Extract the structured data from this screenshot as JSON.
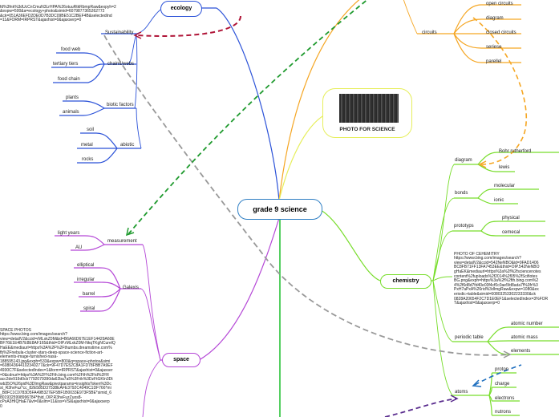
{
  "center": "grade 9 science",
  "photo_caption": "PHOTO FOR SCIENCE",
  "ecology": {
    "label": "ecology",
    "url_lines": [
      "fd%3fnk%3dUcCnCmuN3LrHPA%26otuuRtkRbmpRaw&expyh=2",
      "&expw=500&a=ecology+photo&simid=6079877365262772",
      "&ck=051A36EFD2DE0D7B3DC09BE51C2BEF4B&selectedInd",
      "=11&FORM=IRPRST&ajaxhist=0&ajaxserp=0"
    ],
    "sustainability": "Sustainability",
    "food_webs": {
      "label": "chains/webs",
      "items": [
        "food web",
        "tertiary tiers",
        "food chain"
      ]
    },
    "biotic": {
      "label": "biotic factors",
      "items": [
        "plants",
        "animals"
      ]
    },
    "abiotic": {
      "label": "abiotic",
      "items": [
        "soil",
        "metal",
        "rocks"
      ]
    }
  },
  "electricity": {
    "circuits": "circuits",
    "items": [
      "open circuits",
      "diagram",
      "closed circuits",
      "seriese",
      "parellel"
    ]
  },
  "chemistry": {
    "label": "chemistry",
    "diagram": {
      "label": "diagram",
      "items": [
        "Bohr rutherford",
        "lewis"
      ]
    },
    "bonds": {
      "label": "bonds",
      "items": [
        "molecular",
        "ionic"
      ]
    },
    "proto": {
      "label": "prototyps",
      "items": [
        "physical",
        "cemecal"
      ]
    },
    "photo_lines": [
      "PHOTO OF CEHEMITRY",
      "https://www.bing.com/images/search?",
      "view=detailV2&ccid=542NeNBO&id=9FAD1406",
      "BC8FB71FF13FA7453EE&thid=OIP.542NeNBO",
      "gHaEK&mediaurl=https%3a%2f%2fsciencenotes",
      "content%2fuploads%2f2014%2f05%2fScifiotes",
      "BG.png&exph=https%3a%2f%2fth.bing.com%2",
      "4%2f6d8d7fd40e03f4cf0c0ae5fd8ada7f%3fr%3",
      "PxH7aPxA%26rid%3dImgRaw&expw=1080&ex",
      "eriodic+table&simid=60803253302233330&ck",
      "0828A20654F2C7D1E0EF1&selectedIndex=3%FOR",
      "T&ajaxhist=0&ajaxserp=0"
    ],
    "table": {
      "label": "periodic table",
      "items": [
        "atomic number",
        "atomic mass",
        "elements"
      ]
    },
    "atoms": {
      "label": "atoms",
      "items": [
        "proton",
        "charge",
        "electrons",
        "nutrons"
      ]
    }
  },
  "space": {
    "label": "space",
    "measurement": {
      "label": "measurement",
      "items": [
        "light years",
        "AU"
      ]
    },
    "galaxis": {
      "label": "Galexis",
      "items": [
        "elliptical",
        "irregular",
        "barrel",
        "spiral"
      ]
    },
    "photo_lines": [
      "SPACE PHOTOS",
      "https://www.bing.com/images/search?",
      "view=detailV2&ccid=rMLxkZ0M&id=B6A66D67E1EF14429A60E",
      "BF76E1E4B7E8E8AF165&thid=OIP.rMLxkZ0M-NkqTKgNCurelQ",
      "HaEE&mediaurl=https%3A%2F%2Fthumbs.dreamstime.com%",
      "fb%2Fnebula-cluster-stars-deep-space-science-fiction-art-",
      "elements-image-furnished-nasa-",
      "188595143.jpg&exph=533&expw=800&q=space+photos&simi",
      "=608043644102340277&ck=9F47D7E52C8A1FD78FBB7A9EF",
      "4930C7F&selectedIndex=1&form=IRPRST&ajaxhist=0&ajaxser",
      "=0&cdnurl=https%3A%2F%2Fth.bing.com%2Fth%2Fid%2FR",
      "acc2de919d0cb7792079390da62ba7a5%3Frik%3DzFtGKIn3Dt",
      "wb35O%26pid%3DImgRaw&pivotparams=insightsToken%3Dc",
      "st_R3hvFuz*cc_82E585D37538EAFE3792C4049C1DF766*mi",
      "_B8FC1C0783D5FA49B327EF5BF1B0033E973F5BE*simid_6",
      "8019325998996784*thid_OIP.R3hvFuzZuos8-",
      "cPxA3HIQHaE7&vt=0&sim=11&iss=VSI&ajaxhist=0&ajaxserp",
      "0"
    ]
  },
  "colors": {
    "center_border": "#2f7fc4",
    "ecology": "#2b52d8",
    "electricity": "#f5a623",
    "photo": "#e6ee5a",
    "chemistry": "#77dd2a",
    "space": "#b446d6",
    "physics": "#1fbf2e",
    "dash_red": "#b01538",
    "dash_gray": "#999999",
    "dash_green": "#1f9a2e",
    "dash_orange": "#f5a623",
    "dash_blue": "#1f6fbf",
    "dash_purple": "#5a2c8e"
  }
}
